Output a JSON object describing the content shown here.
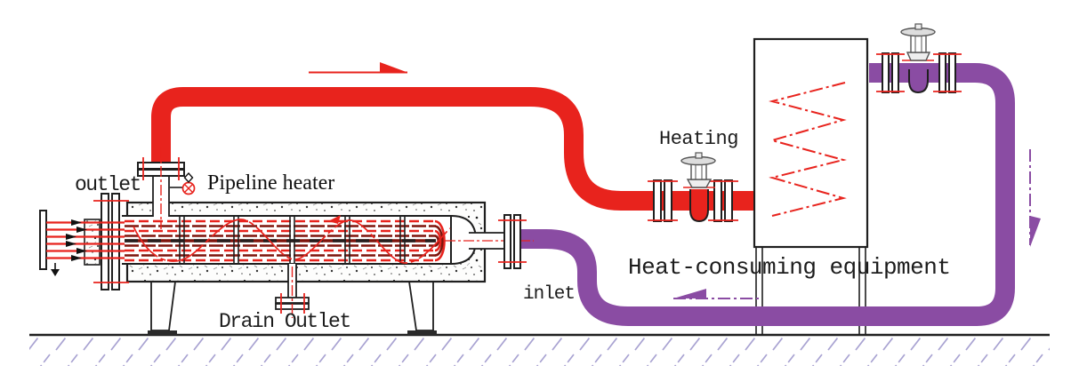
{
  "diagram": {
    "labels": {
      "outlet": "outlet",
      "pipeline_heater": "Pipeline heater",
      "drain_outlet": "Drain Outlet",
      "inlet": "inlet",
      "heating": "Heating",
      "heat_consuming_equipment": "Heat-consuming equipment"
    },
    "colors": {
      "hot_pipe": "#e8231d",
      "return_pipe": "#8a4ca3",
      "tube_dark": "#7e150d",
      "ground_hatch": "#a9a3d2",
      "line": "#1f1f1f"
    }
  }
}
